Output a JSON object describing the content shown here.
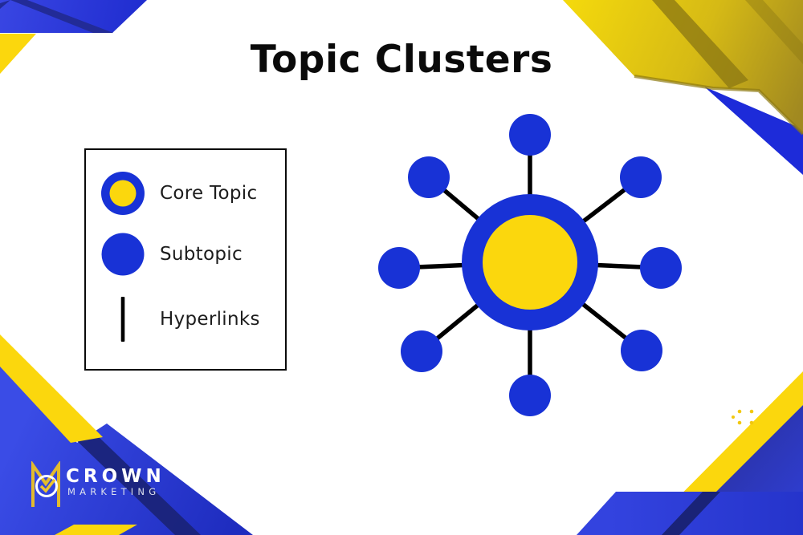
{
  "page": {
    "title": "Topic Clusters"
  },
  "legend": {
    "items": [
      {
        "id": "core-topic",
        "label": "Core Topic"
      },
      {
        "id": "subtopic",
        "label": "Subtopic"
      },
      {
        "id": "hyperlinks",
        "label": "Hyperlinks"
      }
    ]
  },
  "diagram": {
    "type": "hub-and-spoke",
    "core_topics": 1,
    "subtopics": 8,
    "hyperlinks": 8
  },
  "logo": {
    "monogram": "M",
    "name": "CROWN",
    "subtitle": "MARKETING"
  },
  "colors": {
    "primary_blue": "#1832D6",
    "accent_yellow": "#FBD70D",
    "gold": "#C2A31B",
    "navy": "#1A2377",
    "text": "#1D1D1D",
    "background": "#FFFFFF"
  }
}
